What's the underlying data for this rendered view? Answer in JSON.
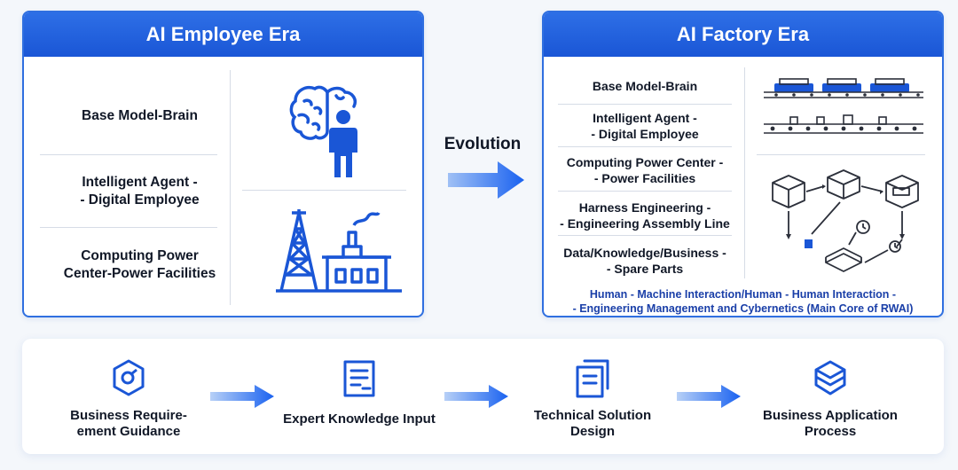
{
  "left_panel": {
    "title": "AI Employee Era",
    "rows": [
      {
        "line1": "Base Model-Brain",
        "line2": ""
      },
      {
        "line1": "Intelligent Agent -",
        "line2": "- Digital Employee"
      },
      {
        "line1": "Computing Power",
        "line2": "Center-Power Facilities"
      }
    ],
    "icons": [
      "brain-with-person-icon",
      "factory-with-tower-icon"
    ]
  },
  "evolution": {
    "label": "Evolution",
    "icon": "right-arrow-icon"
  },
  "right_panel": {
    "title": "AI Factory Era",
    "rows": [
      {
        "line1": "Base Model-Brain",
        "line2": ""
      },
      {
        "line1": "Intelligent Agent -",
        "line2": "- Digital Employee"
      },
      {
        "line1": "Computing Power Center -",
        "line2": "- Power Facilities"
      },
      {
        "line1": "Harness Engineering -",
        "line2": "- Engineering Assembly Line"
      },
      {
        "line1": "Data/Knowledge/Business -",
        "line2": "- Spare Parts"
      }
    ],
    "footer_line1": "Human - Machine Interaction/Human - Human Interaction -",
    "footer_line2": "- Engineering Management and Cybernetics (Main Core of RWAI)",
    "icons": [
      "conveyor-belt-icon",
      "assembly-line-icon",
      "workflow-boxes-icon"
    ]
  },
  "process": {
    "steps": [
      {
        "line1": "Business Require-",
        "line2": "ement Guidance",
        "icon": "hexagon-target-icon"
      },
      {
        "line1": "Expert Knowledge Input",
        "line2": "",
        "icon": "document-icon"
      },
      {
        "line1": "Technical Solution",
        "line2": "Design",
        "icon": "stacked-documents-icon"
      },
      {
        "line1": "Business Application",
        "line2": "Process",
        "icon": "layers-icon"
      }
    ]
  },
  "colors": {
    "accent": "#1a56d6",
    "footer_text": "#1a3fa8",
    "background": "#f4f7fb"
  }
}
